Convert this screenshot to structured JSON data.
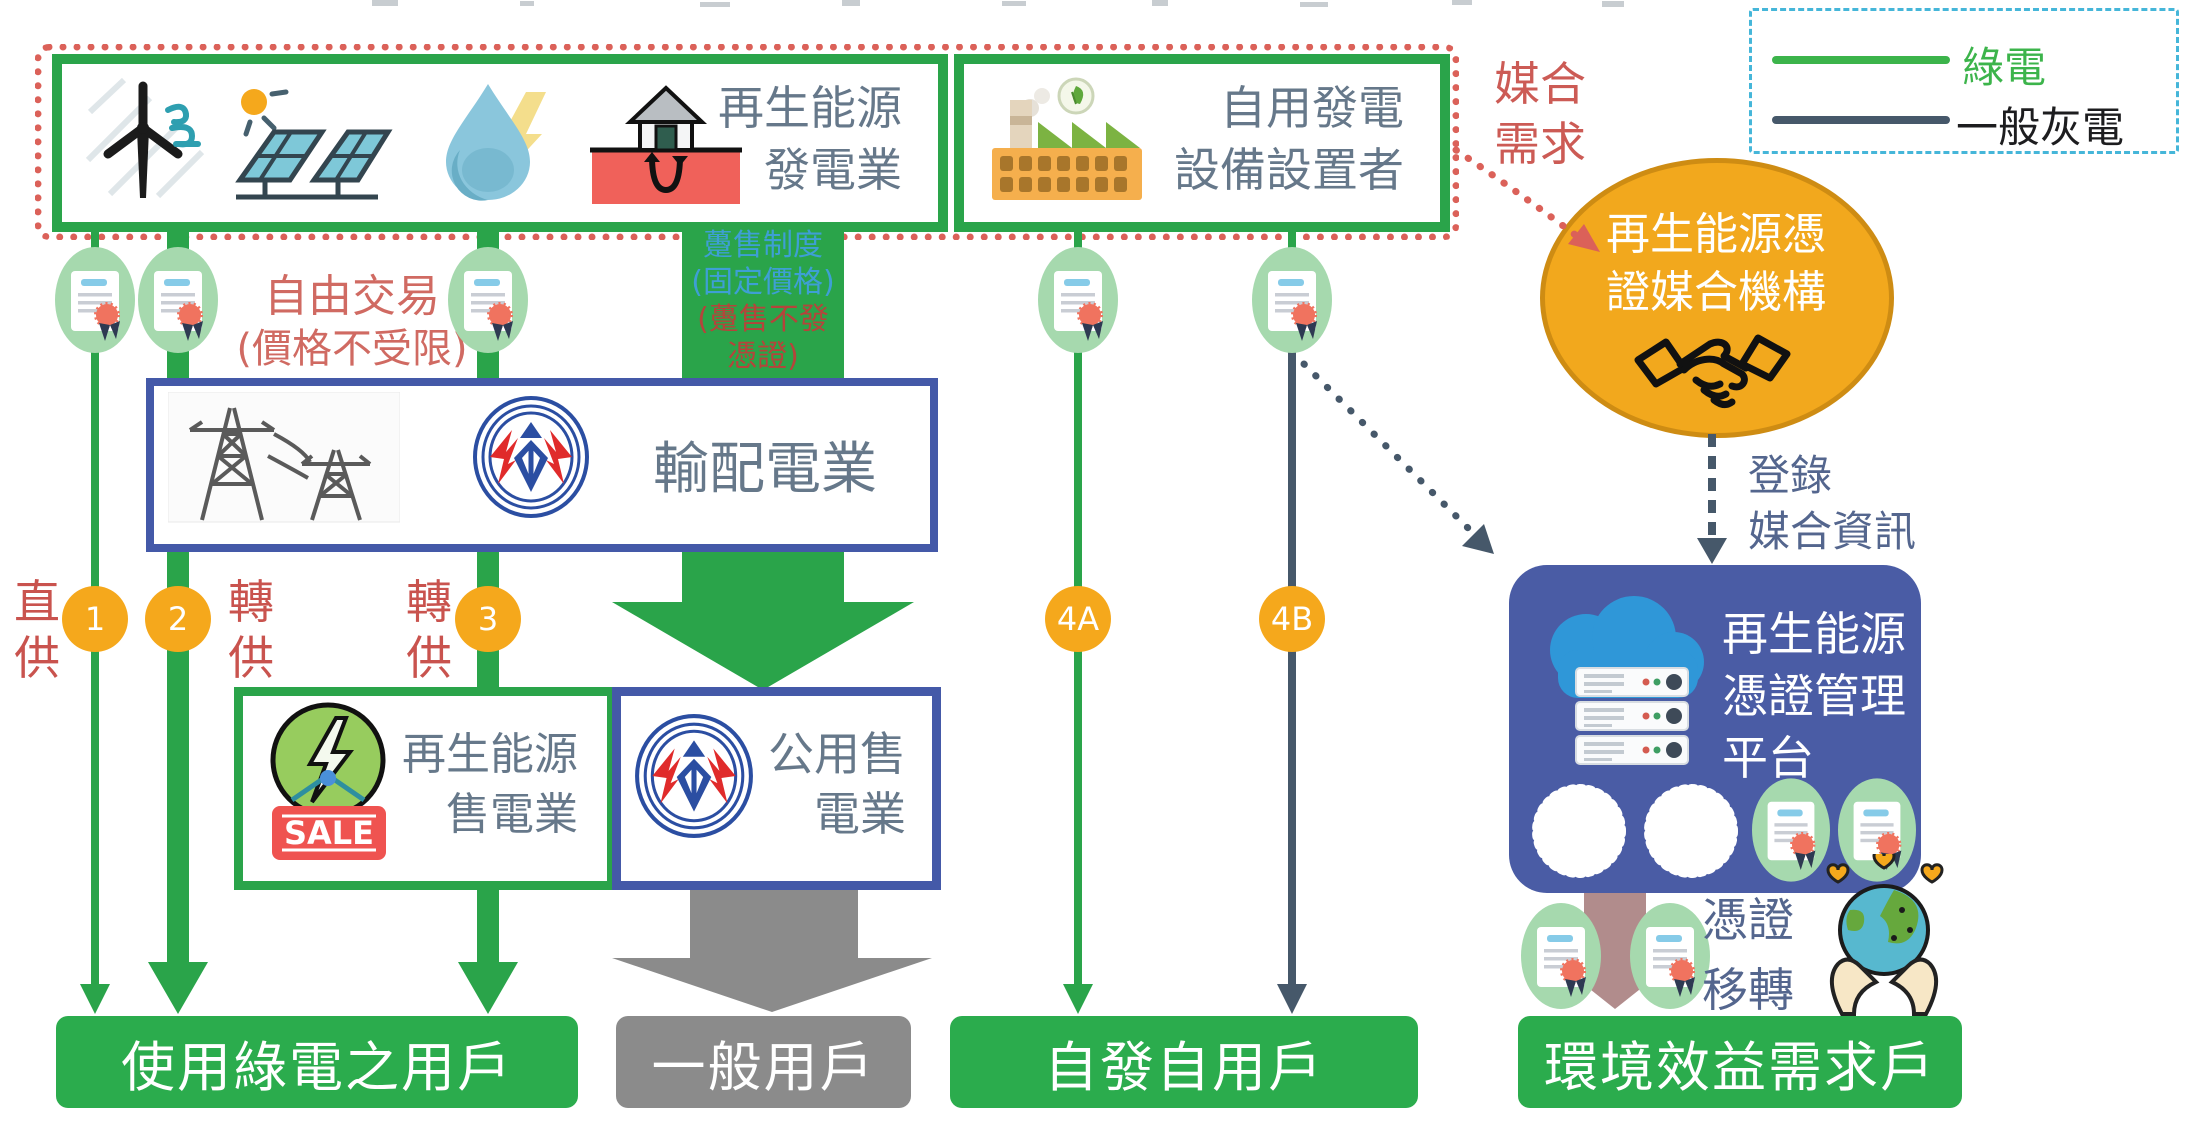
{
  "colors": {
    "green": "#2AA44A",
    "green_box": "#2BAC4D",
    "gray": "#8B8B8B",
    "dark_slate": "#46586A",
    "blue_border": "#4459A8",
    "platform_blue": "#4A5CA5",
    "badge_orange": "#F5A81C",
    "ellipse_orange": "#F2A81D",
    "red_dotted": "#DB6159",
    "red_text": "#C9534E",
    "mauve": "#B18C8C",
    "title_text": "#66788A",
    "legend_border": "#45B6D9"
  },
  "top_sources": {
    "renewable_generator": {
      "line1": "再生能源",
      "line2": "發電業"
    },
    "self_use_installer": {
      "line1": "自用發電",
      "line2": "設備設置者"
    }
  },
  "legend": {
    "green_label": "綠電",
    "gray_label": "一般灰電"
  },
  "matching_demand": {
    "line1": "媒合",
    "line2": "需求"
  },
  "matching_agency": {
    "line1": "再生能源憑",
    "line2": "證媒合機構"
  },
  "free_trade": {
    "line1": "自由交易",
    "line2": "(價格不受限)"
  },
  "wholesale_band": {
    "line1": "躉售制度",
    "line2": "(固定價格)",
    "line3": "(躉售不發",
    "line4": "憑證)"
  },
  "transmission": {
    "title": "輸配電業"
  },
  "flows": [
    {
      "badge": "1",
      "label": "直供"
    },
    {
      "badge": "2",
      "label": "轉供"
    },
    {
      "badge": "3",
      "label": "轉供"
    },
    {
      "badge": "4A",
      "label": ""
    },
    {
      "badge": "4B",
      "label": ""
    }
  ],
  "retailer": {
    "line1": "再生能源",
    "line2": "售電業",
    "sale_tag": "SALE"
  },
  "public_utility": {
    "line1": "公用售",
    "line2": "電業"
  },
  "register": {
    "line1": "登錄",
    "line2": "媒合資訊"
  },
  "platform": {
    "line1": "再生能源",
    "line2": "憑證管理",
    "line3": "平台"
  },
  "cert_transfer": {
    "line1": "憑證",
    "line2": "移轉"
  },
  "customers": [
    {
      "label": "使用綠電之用戶"
    },
    {
      "label": "一般用戶"
    },
    {
      "label": "自發自用戶"
    },
    {
      "label": "環境效益需求戶"
    }
  ],
  "icons": {
    "wind": "wind-turbine-icon",
    "solar": "solar-panel-icon",
    "hydro": "water-drop-icon",
    "geothermal": "geothermal-icon",
    "factory": "self-use-factory-icon",
    "taipower": "taipower-logo",
    "towers": "transmission-towers-icon",
    "handshake": "handshake-icon",
    "certificate": "certificate-icon",
    "seal": "seal-circle-icon",
    "cloud_server": "cloud-server-icon",
    "earth": "earth-in-hands-icon"
  }
}
